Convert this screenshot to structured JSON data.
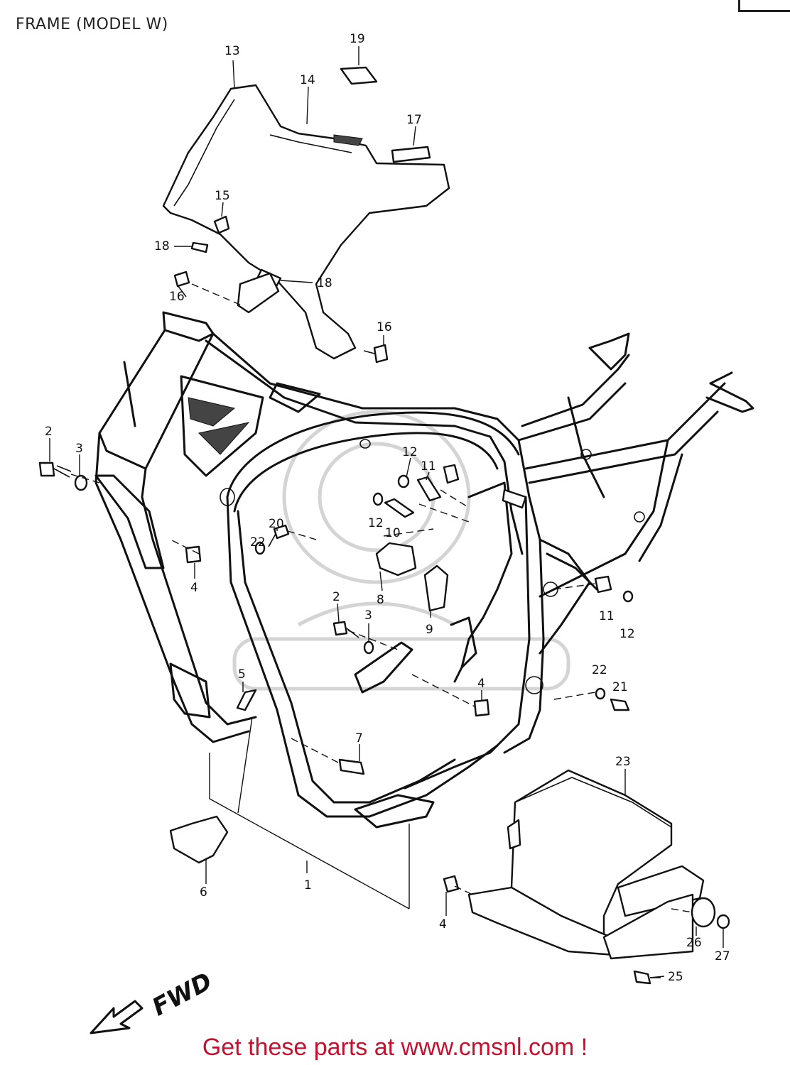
{
  "header": {
    "title": "FRAME (MODEL W)"
  },
  "footer": {
    "link_text": "Get these parts at www.cmsnl.com !"
  },
  "diagram": {
    "fwd_label": "FWD",
    "callouts": [
      "13",
      "19",
      "14",
      "17",
      "15",
      "18",
      "18",
      "16",
      "16",
      "2",
      "3",
      "12",
      "11",
      "12",
      "10",
      "20",
      "22",
      "4",
      "8",
      "9",
      "11",
      "12",
      "2",
      "3",
      "5",
      "4",
      "22",
      "21",
      "7",
      "23",
      "6",
      "1",
      "4",
      "26",
      "27",
      "25"
    ]
  },
  "colors": {
    "line": "#111111",
    "footer_link": "#c8102e",
    "watermark": "#d4d4d4"
  },
  "icons": {
    "fwd_arrow": "arrow-icon",
    "watermark": "cmsnl-watermark-logo"
  }
}
